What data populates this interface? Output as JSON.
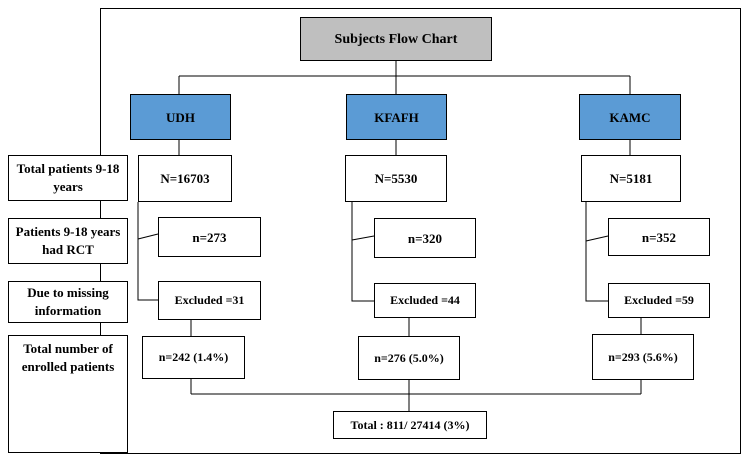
{
  "title": "Subjects Flow Chart",
  "row_labels": {
    "total": "Total patients 9-18 years",
    "rct": "Patients 9-18 years had RCT",
    "missing": "Due to missing information",
    "enrolled": "Total number of enrolled patients"
  },
  "hospitals": [
    {
      "name": "UDH",
      "total": "N=16703",
      "rct": "n=273",
      "excluded": "Excluded =31",
      "enrolled": "n=242 (1.4%)"
    },
    {
      "name": "KFAFH",
      "total": "N=5530",
      "rct": "n=320",
      "excluded": "Excluded =44",
      "enrolled": "n=276 (5.0%)"
    },
    {
      "name": "KAMC",
      "total": "N=5181",
      "rct": "n=352",
      "excluded": "Excluded =59",
      "enrolled": "n=293 (5.6%)"
    }
  ],
  "grand_total": "Total : 811/ 27414 (3%)",
  "colors": {
    "title_bg": "#bfbfbf",
    "hospital_bg": "#5b9bd5",
    "line": "#000000"
  }
}
